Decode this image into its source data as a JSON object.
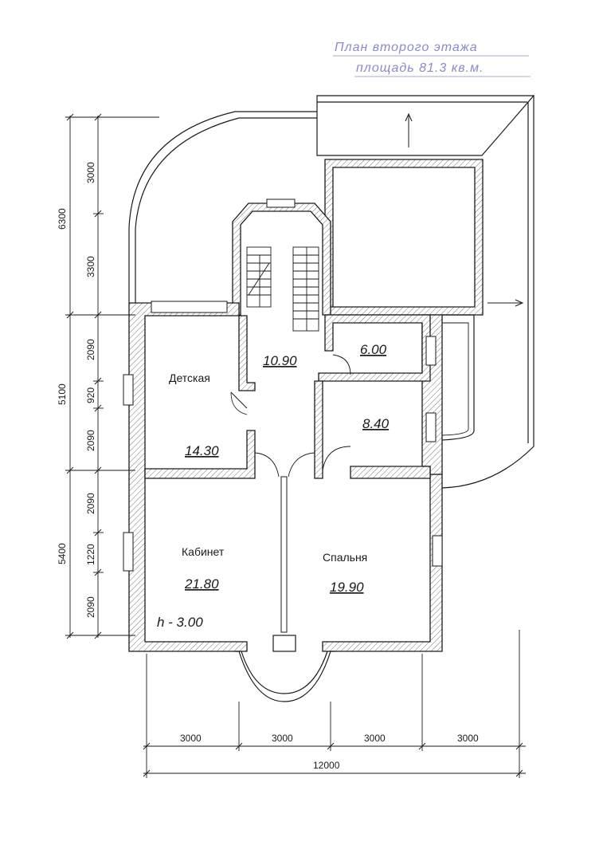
{
  "title": {
    "line1": "План второго этажа",
    "line2": "площадь 81.3 кв.м.",
    "color": "#8a8acc"
  },
  "rooms": [
    {
      "id": "detskaya",
      "name": "Детская",
      "area": "14.30"
    },
    {
      "id": "hall",
      "name": "",
      "area": "10.90"
    },
    {
      "id": "bath-small",
      "name": "",
      "area": "6.00"
    },
    {
      "id": "bath-large",
      "name": "",
      "area": "8.40"
    },
    {
      "id": "kabinet",
      "name": "Кабинет",
      "area": "21.80"
    },
    {
      "id": "spalnya",
      "name": "Спальня",
      "area": "19.90"
    }
  ],
  "ceiling_height": "h - 3.00",
  "dimensions": {
    "left_outer": [
      "6300",
      "5100",
      "5400"
    ],
    "left_inner": [
      "3000",
      "3300",
      "2090",
      "920",
      "2090",
      "2090",
      "1220",
      "2090"
    ],
    "bottom_segments": [
      "3000",
      "3000",
      "3000",
      "3000"
    ],
    "bottom_total": "12000"
  }
}
